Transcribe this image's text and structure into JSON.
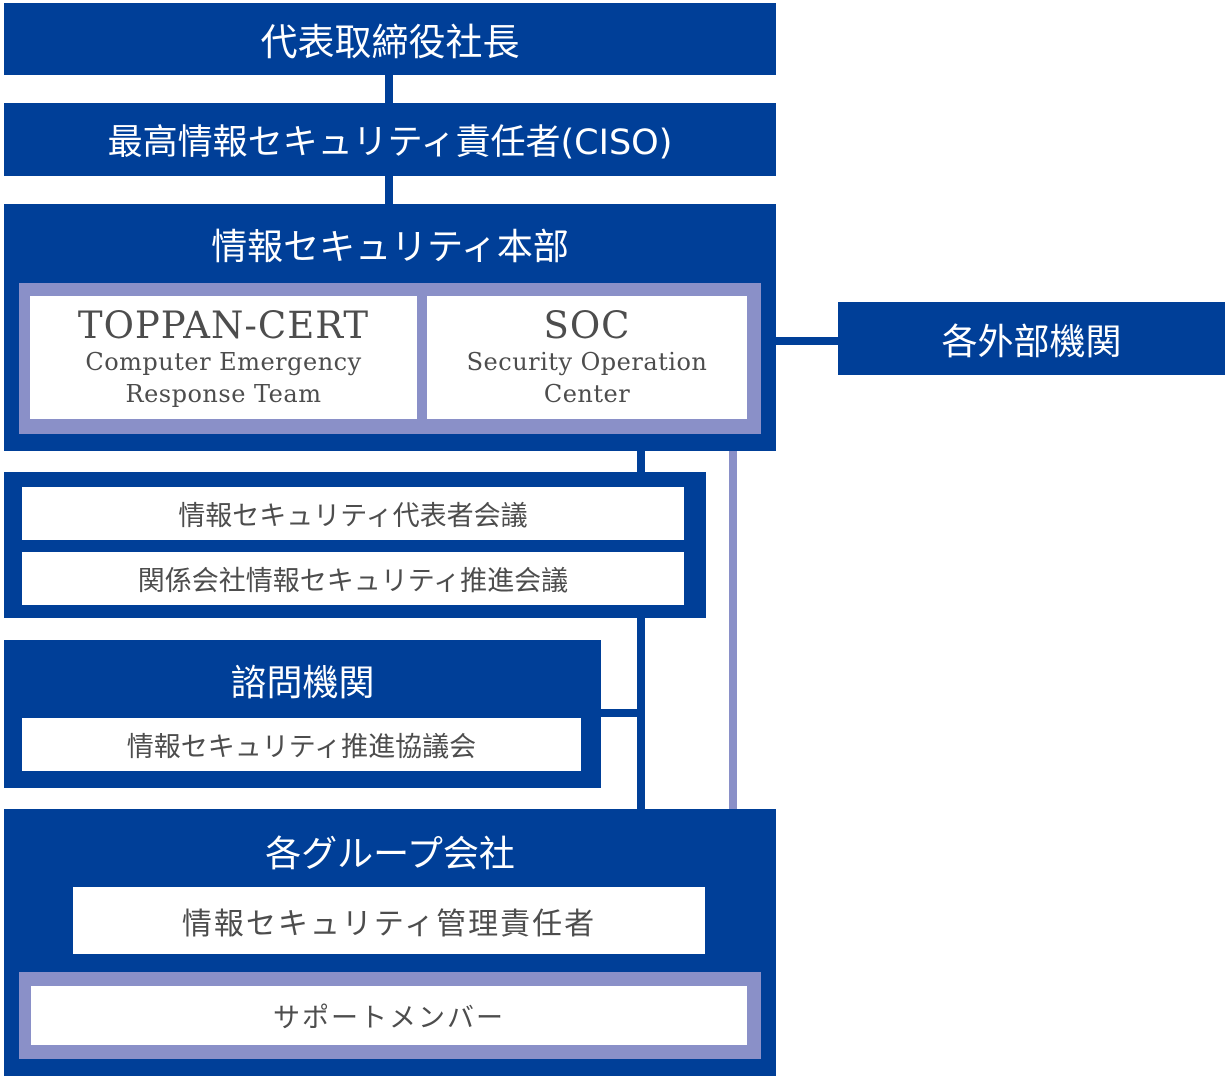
{
  "chart": {
    "ceo": "代表取締役社長",
    "ciso": "最高情報セキュリティ責任者(CISO)",
    "hq": {
      "title": "情報セキュリティ本部",
      "teams": [
        {
          "code": "TOPPAN-CERT",
          "line1": "Computer Emergency",
          "line2": "Response Team"
        },
        {
          "code": "SOC",
          "line1": "Security Operation",
          "line2": "Center"
        }
      ]
    },
    "external": "各外部機関",
    "meetings": [
      "情報セキュリティ代表者会議",
      "関係会社情報セキュリティ推進会議"
    ],
    "advisory": {
      "title": "諮問機関",
      "item": "情報セキュリティ推進協議会"
    },
    "group": {
      "title": "各グループ会社",
      "manager": "情報セキュリティ管理責任者",
      "support": "サポートメンバー"
    }
  },
  "colors": {
    "navy": "#003f98",
    "lavender": "#8a90c8",
    "white": "#ffffff",
    "box_text": "#4d4d4d"
  }
}
